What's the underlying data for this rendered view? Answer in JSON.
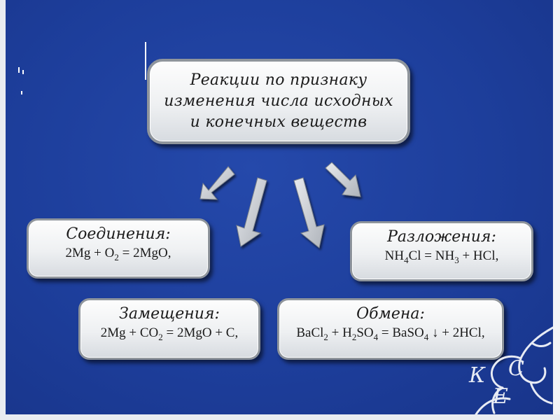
{
  "title_box": {
    "lines": [
      "Реакции по признаку",
      "изменения числа исходных",
      "и конечных веществ"
    ]
  },
  "categories": {
    "soedinenie": {
      "heading": "Соединения:",
      "eq_parts": [
        "2Mg + O",
        "2",
        " = 2MgO,"
      ]
    },
    "razlozhenie": {
      "heading": "Разложения:",
      "eq_parts": [
        "NH",
        "4",
        "Cl = NH",
        "3",
        " + HCl,"
      ]
    },
    "zameshchenie": {
      "heading": "Замещения:",
      "eq_parts": [
        "2Mg + CO",
        "2",
        " = 2MgO + C,"
      ]
    },
    "obmen": {
      "heading": "Обмена:",
      "eq_parts": [
        "BaCl",
        "2",
        " + H",
        "2",
        "SO",
        "4",
        " = BaSO",
        "4",
        " ↓  + 2HCl,"
      ]
    }
  },
  "decor": {
    "letters": [
      "К",
      "С",
      "Е"
    ]
  },
  "colors": {
    "background": "#1e3f9e",
    "box_border": "#8f959c",
    "arrow": "#c9cdd3"
  }
}
